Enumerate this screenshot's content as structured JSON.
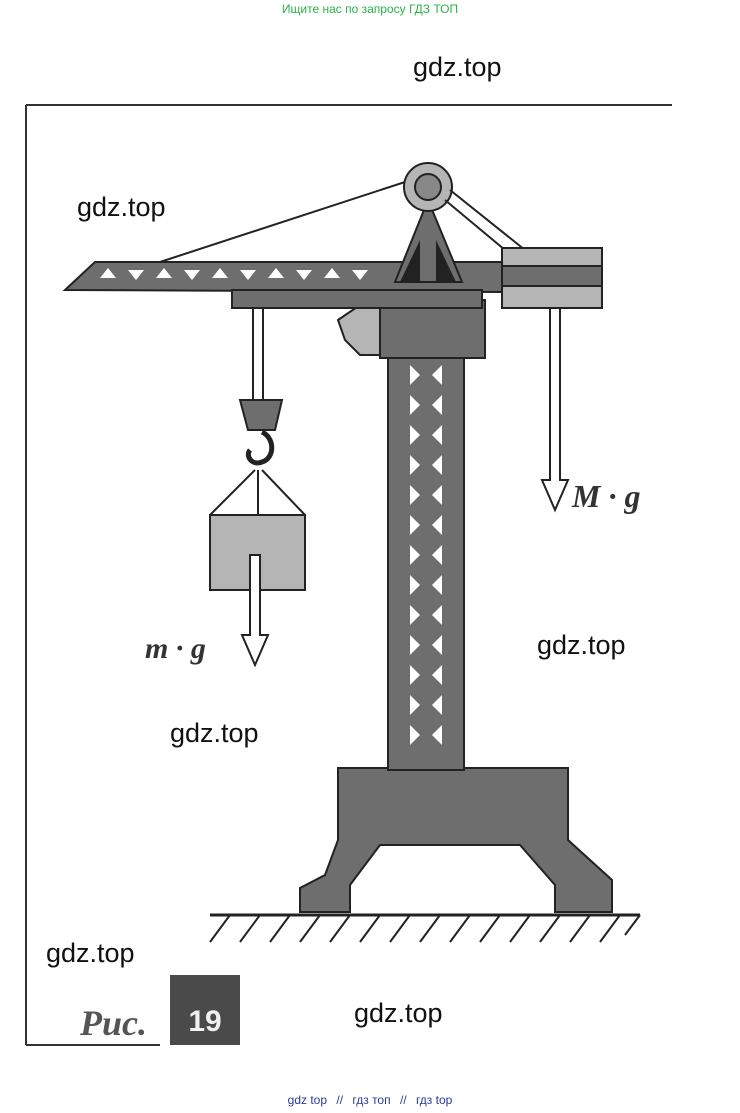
{
  "header": {
    "search_hint": "Ищите нас по запросу ГДЗ ТОП"
  },
  "watermarks": [
    "gdz.top",
    "gdz.top",
    "gdz.top",
    "gdz.top",
    "gdz.top",
    "gdz.top"
  ],
  "figure": {
    "caption_prefix": "Рис.",
    "number": "19",
    "force_load": "m · g",
    "force_counterweight": "M · g"
  },
  "footer": {
    "link1": "gdz top",
    "sep1": "//",
    "link2": "гдз топ",
    "sep2": "//",
    "link3": "гдз top"
  },
  "colors": {
    "frame": "#333333",
    "crane_fill": "#6e6e6e",
    "light_fill": "#b5b5b5",
    "dark": "#2a2a2a",
    "top_link": "#2bb34a",
    "footer_link": "#2a3a9a"
  }
}
